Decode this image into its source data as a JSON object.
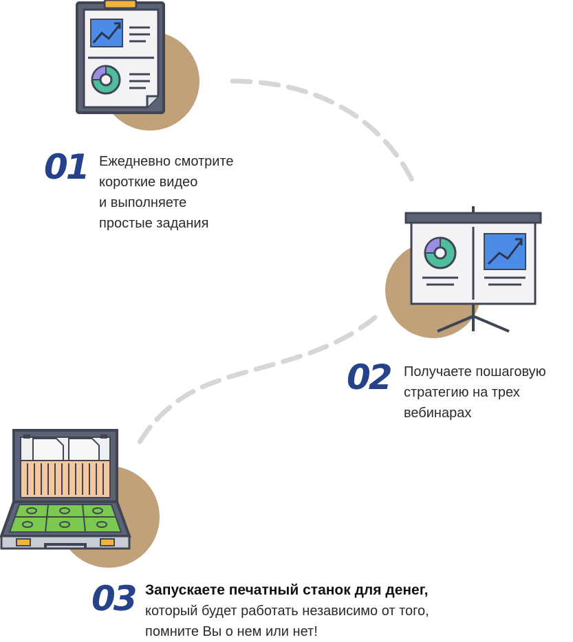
{
  "colors": {
    "accent_number": "#26428b",
    "circle": "#c0a17a",
    "path": "#d6d6d6",
    "outline": "#3f4555",
    "chart_blue": "#4d8ce6",
    "money_green": "#7cc94f",
    "folder_peach": "#f5c79e"
  },
  "steps": [
    {
      "number": "01",
      "icon": "clipboard-report-icon",
      "lines": [
        "Ежедневно смотрите",
        "короткие видео",
        "и выполняете",
        "простые задания"
      ]
    },
    {
      "number": "02",
      "icon": "presentation-board-icon",
      "lines": [
        "Получаете пошаговую",
        "стратегию на трех",
        "вебинарах"
      ]
    },
    {
      "number": "03",
      "icon": "money-briefcase-icon",
      "bold_line": "Запускаете печатный станок для денег,",
      "lines": [
        "который будет работать независимо от того,",
        "помните Вы о нем или нет!"
      ]
    }
  ]
}
